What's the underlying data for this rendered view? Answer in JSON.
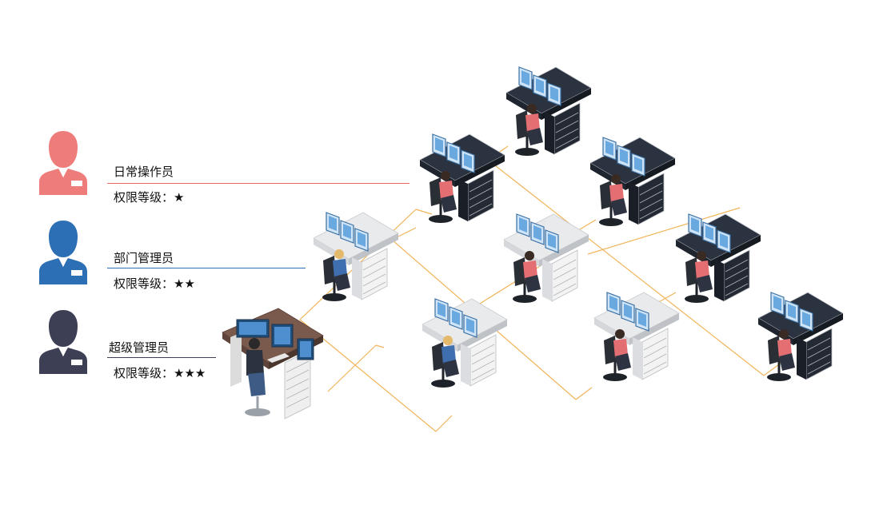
{
  "roles": [
    {
      "name": "日常操作员",
      "permission": "权限等级：★",
      "color": "#ee7c7a",
      "line_color": "#e86a68"
    },
    {
      "name": "部门管理员",
      "permission": "权限等级：★★",
      "color": "#2d6fb4",
      "line_color": "#2d6fb4"
    },
    {
      "name": "超级管理员",
      "permission": "权限等级：★★★",
      "color": "#3d3f55",
      "line_color": "#3d3f55"
    }
  ],
  "icons": {
    "user": "user-badge-icon",
    "workstation": "operator-workstation"
  },
  "colors": {
    "network_line": "#f1b45a",
    "desk_dark": "#2b3340",
    "desk_light": "#ececec",
    "screen": "#6aa9e0"
  }
}
